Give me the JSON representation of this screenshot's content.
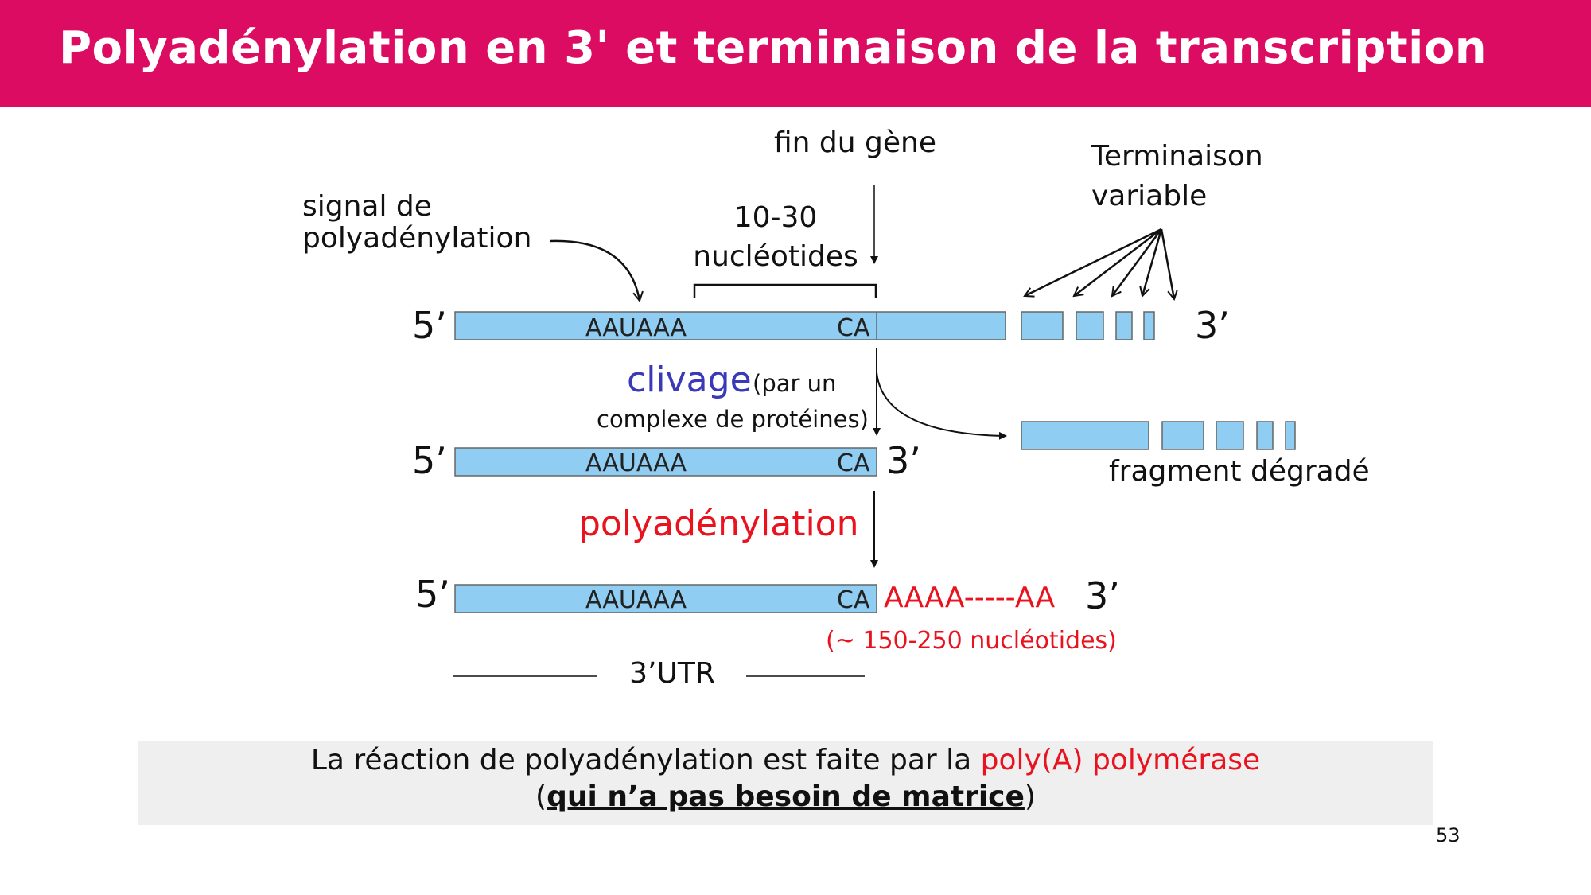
{
  "slide": {
    "title": "Polyadénylation en 3' et terminaison de la transcription",
    "page_number": "53"
  },
  "diagram": {
    "label_fin_du_gene": "fin du gène",
    "label_terminaison_1": "Terminaison",
    "label_terminaison_2": "variable",
    "label_signal_1": "signal de",
    "label_signal_2": "polyadénylation",
    "label_range_1": "10-30",
    "label_range_2": "nucléotides",
    "end_5": "5’",
    "end_3": "3’",
    "motif_aauaaa": "AAUAAA",
    "motif_ca": "CA",
    "step_cleavage": "clivage",
    "step_cleavage_detail_1": "(par un",
    "step_cleavage_detail_2": "complexe de protéines)",
    "label_fragment": "fragment dégradé",
    "step_polyadenylation": "polyadénylation",
    "poly_a_tail": "AAAA-----AA",
    "poly_a_length": "(~ 150-250 nucléotides)",
    "label_utr": "3’UTR"
  },
  "note": {
    "line1_prefix": "La réaction de polyadénylation est faite par la ",
    "line1_highlight": "poly(A) polymérase",
    "line2_open": "(",
    "line2_bold": "qui n’a pas besoin de matrice",
    "line2_close": ")"
  },
  "colors": {
    "header_bg": "#DB0C62",
    "rna_fill": "#8FCDF2",
    "cleavage_text": "#3A3AB8",
    "polyadenylation_text": "#E8131E",
    "note_bg": "#EFEFEF"
  }
}
